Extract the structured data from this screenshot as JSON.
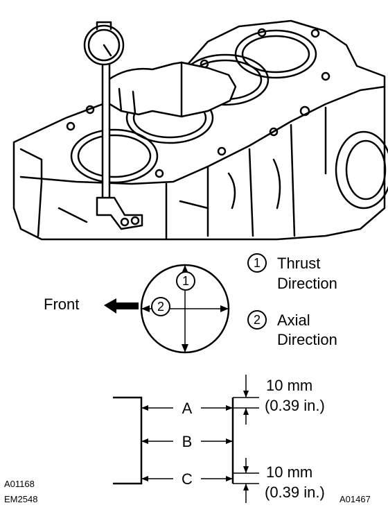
{
  "engine_illustration": {
    "description_icon": "cylinder-bore-gauge-illustration"
  },
  "direction_diagram": {
    "front_label": "Front",
    "marker_1": "1",
    "marker_2": "2",
    "legend": [
      {
        "number": "1",
        "line1": "Thrust",
        "line2": "Direction"
      },
      {
        "number": "2",
        "line1": "Axial",
        "line2": "Direction"
      }
    ]
  },
  "measurement_diagram": {
    "positions": [
      "A",
      "B",
      "C"
    ],
    "top_offset": {
      "line1": "10 mm",
      "line2": "(0.39 in.)"
    },
    "bottom_offset": {
      "line1": "10 mm",
      "line2": "(0.39 in.)"
    }
  },
  "codes": {
    "left_top": "A01168",
    "left_bottom": "EM2548",
    "right_bottom": "A01467"
  },
  "colors": {
    "ink": "#000000",
    "paper": "#ffffff"
  }
}
